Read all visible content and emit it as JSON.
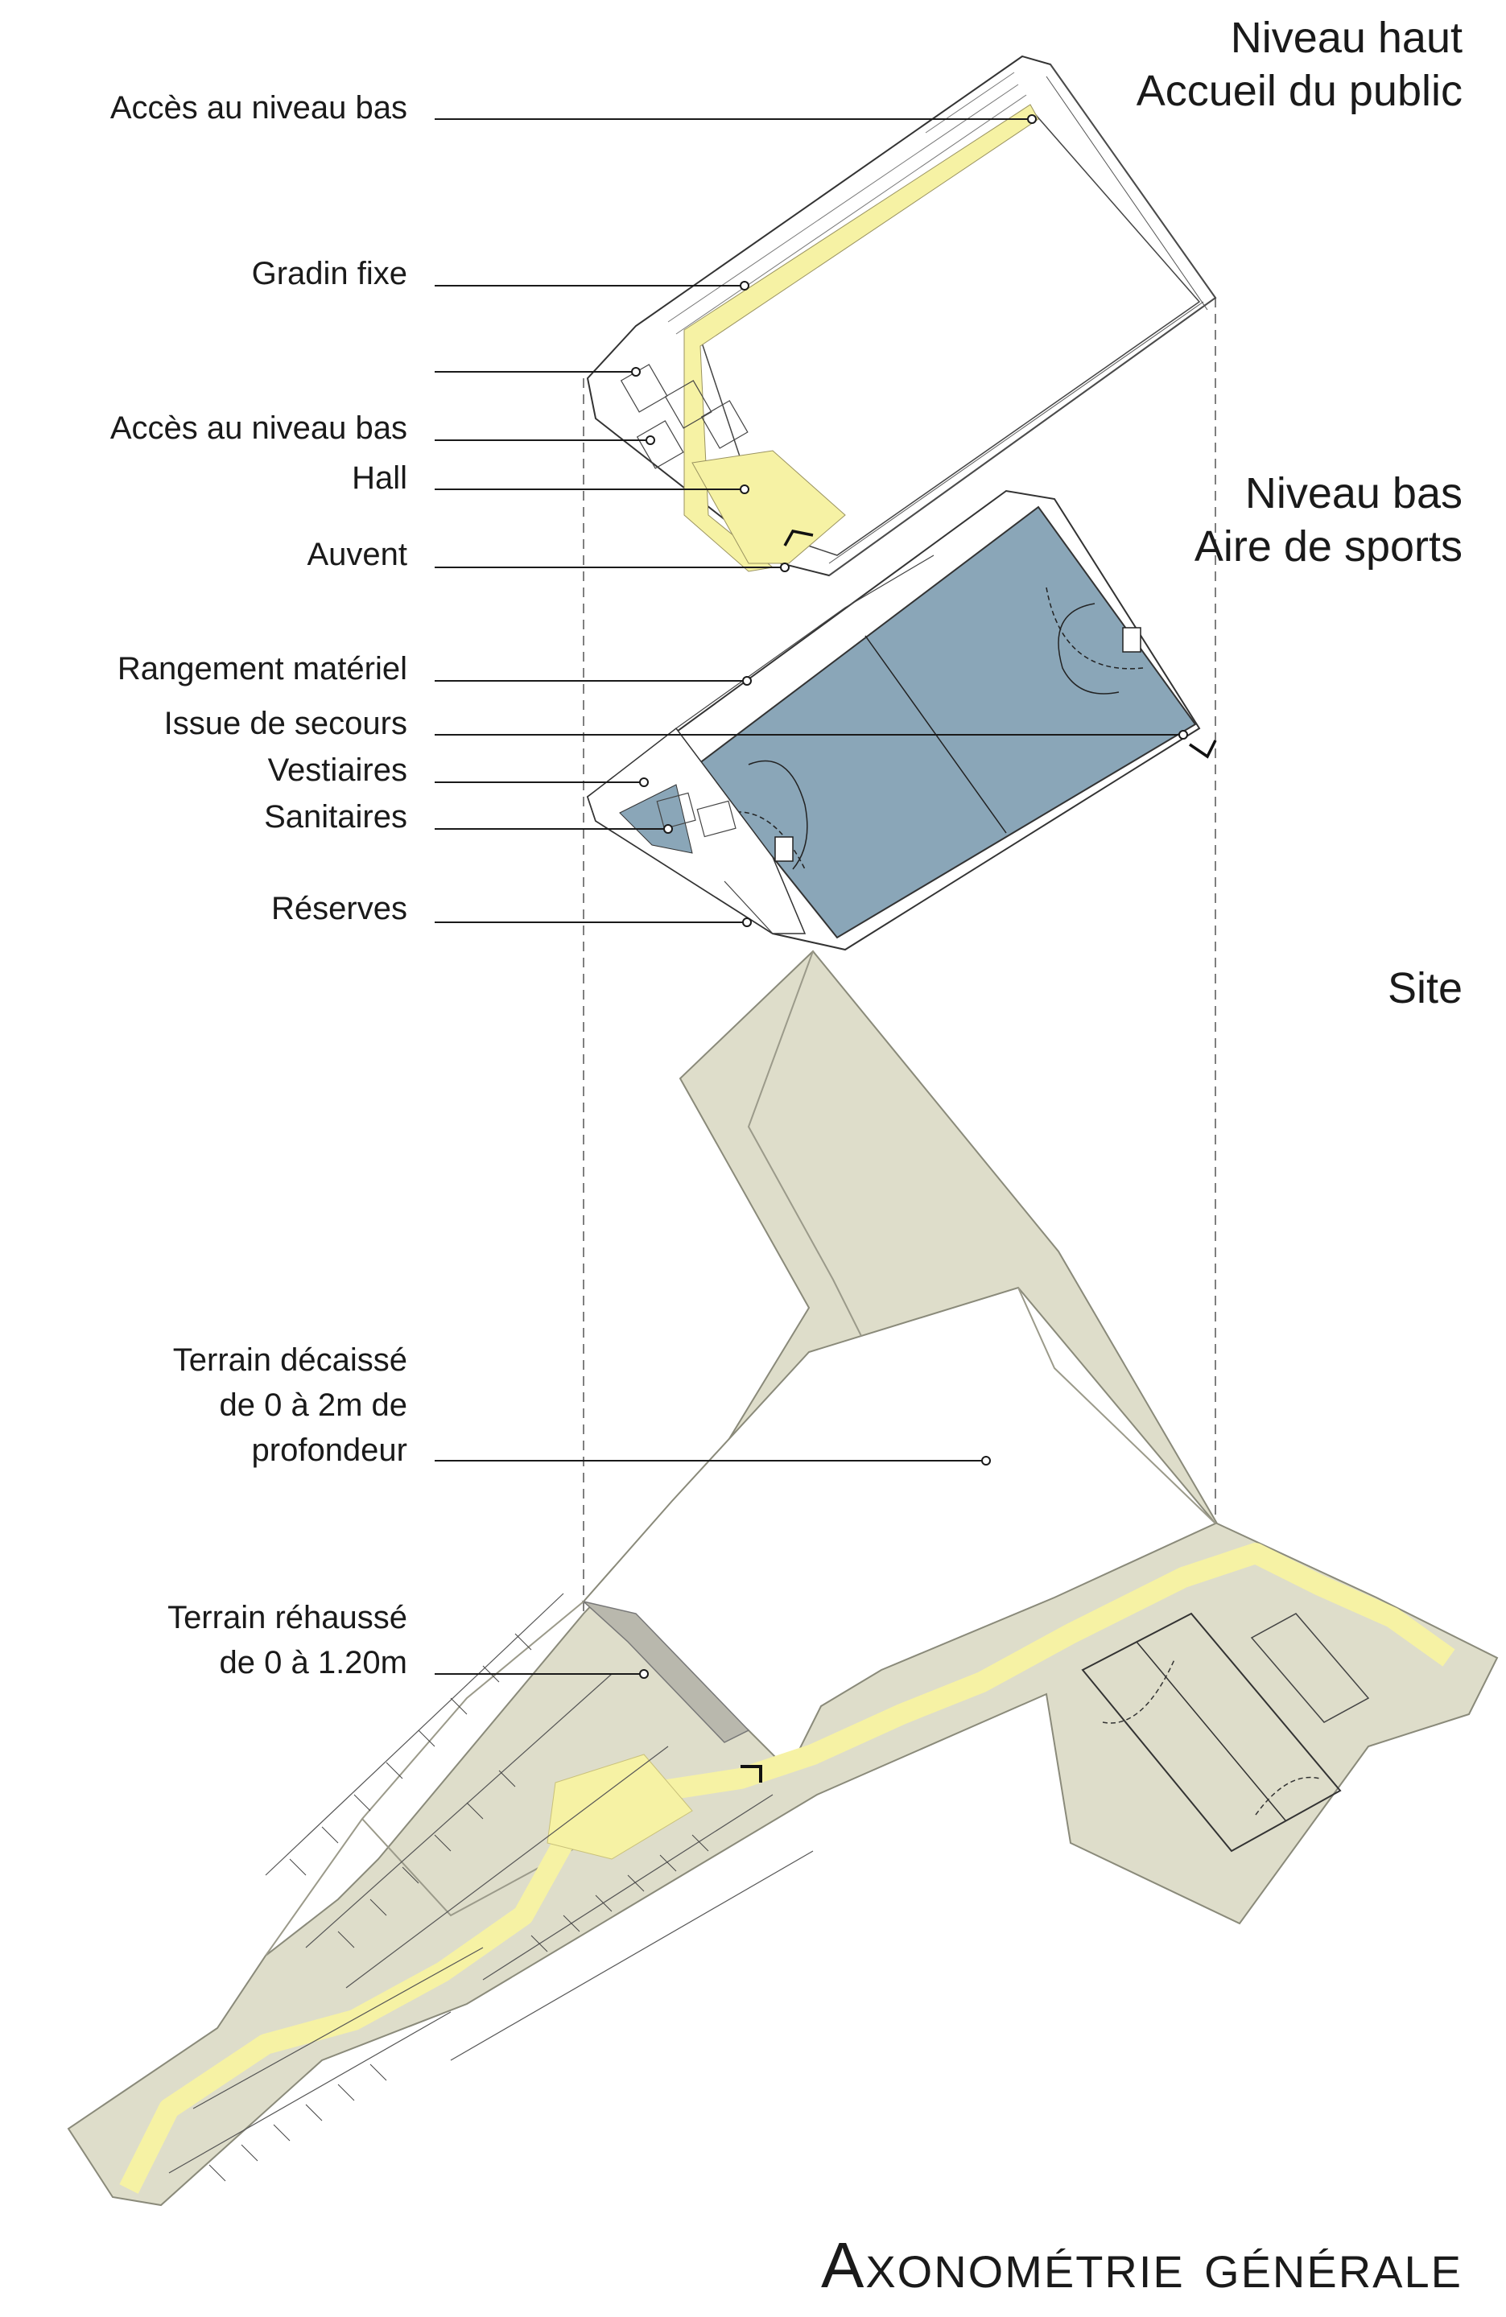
{
  "levels": {
    "upper": {
      "line1": "Niveau haut",
      "line2": "Accueil du public"
    },
    "lower": {
      "line1": "Niveau bas",
      "line2": "Aire de sports"
    },
    "site": "Site"
  },
  "labels": {
    "upper": {
      "acces_haut": "Accès au niveau bas",
      "gradin": "Gradin fixe",
      "acces_bas": "Accès au niveau bas",
      "hall": "Hall",
      "auvent": "Auvent"
    },
    "lower": {
      "rangement": "Rangement matériel",
      "issue": "Issue de  secours",
      "vestiaires": "Vestiaires",
      "sanitaires": "Sanitaires",
      "reserves": "Réserves"
    },
    "site": {
      "decaisse_1": "Terrain décaissé",
      "decaisse_2": "de 0 à 2m de",
      "decaisse_3": "profondeur",
      "rehausse_1": "Terrain réhaussé",
      "rehausse_2": "de 0 à 1.20m"
    }
  },
  "title": "Axonométrie générale",
  "colors": {
    "site_fill": "#deddca",
    "path_yellow": "#f6f2a4",
    "court_blue": "#8aa6b8",
    "line": "#1a1a1a"
  }
}
